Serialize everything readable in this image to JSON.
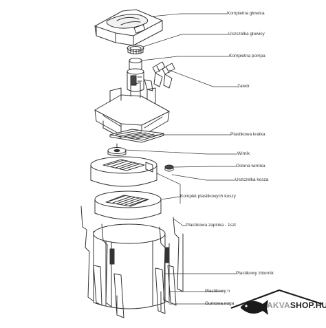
{
  "labels": {
    "kompletna_glowica": "Kompletna głowica",
    "uszczelka_glowicy": "Uszczelka głowicy",
    "kompletna_pompa": "Kompletna pompa",
    "zawor": "Zawór",
    "plastikowa_kratka": "Plastikowa kratka",
    "wirnik": "Wirnik",
    "oslona_wirnika": "Osłona wirnika",
    "uszczelka_kosza": "Uszczelka kosza",
    "komplet_plastikowych_koszy": "Komplet plastikowych koszy",
    "plastikowa_zapinka": "Plastikowa zapinka - 1szt",
    "plastikowy_zbiornik": "Plastikowy zbiornik",
    "plastikowy_n": "Plastikowy n",
    "gumowa_noga": "Gumowa noga"
  },
  "logo": {
    "part_a": "AKVA",
    "part_b": "SHOP.HU",
    "icon": "fish-house-icon"
  },
  "colors": {
    "line": "#333333",
    "logo_gray": "#9a9a9a",
    "logo_dark": "#1a1a1a"
  }
}
